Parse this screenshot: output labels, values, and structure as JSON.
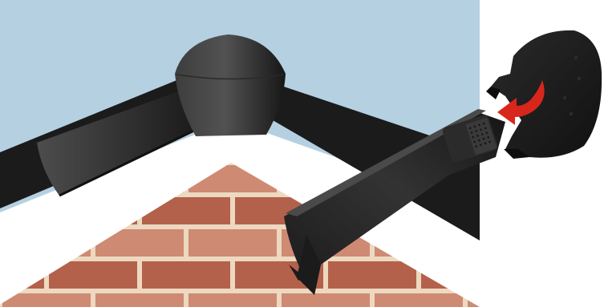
{
  "figure": {
    "subject": "dry-ridge-system-end-cap-installation",
    "colors": {
      "sky": "#b5d0e1",
      "brick_light": "#cf8a73",
      "brick_dark": "#b4614b",
      "mortar": "#ecd9c0",
      "ridge_black": "#1b1b1b",
      "ridge_highlight": "#4a4a4a",
      "arrow_red": "#d8261c",
      "roof_gap": "#ffffff"
    },
    "components": [
      {
        "name": "sky-background"
      },
      {
        "name": "brick-gable-wall"
      },
      {
        "name": "left-roof-slope"
      },
      {
        "name": "right-roof-slope"
      },
      {
        "name": "ridge-junction-cap"
      },
      {
        "name": "left-ridge-tile"
      },
      {
        "name": "foreground-ridge-tile"
      },
      {
        "name": "ridge-end-cap"
      },
      {
        "name": "fitting-direction-arrow"
      }
    ]
  }
}
